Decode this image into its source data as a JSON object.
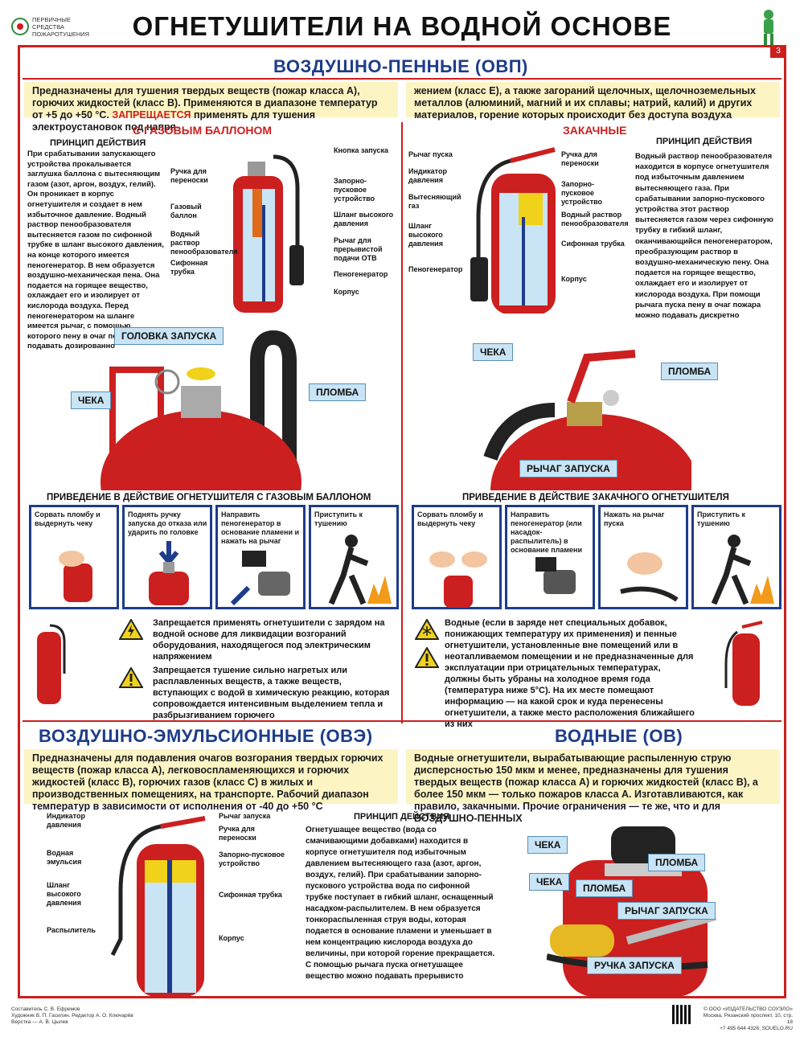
{
  "header": {
    "logo_text": [
      "ПЕРВИЧНЫЕ",
      "СРЕДСТВА",
      "ПОЖАРОТУШЕНИЯ"
    ],
    "title": "ОГНЕТУШИТЕЛИ НА ВОДНОЙ ОСНОВЕ",
    "page_number": "3"
  },
  "ovp": {
    "title": "ВОЗДУШНО-ПЕННЫЕ (ОВП)",
    "intro_left": "Предназначены для тушения твердых веществ (пожар класса А), горючих жидкостей (класс В). Применяются в диапазоне температур от +5 до +50 °С.",
    "intro_forbidden": "ЗАПРЕЩАЕТСЯ",
    "intro_left_2": "применять для тушения электроустановок под напря-",
    "intro_right": "жением (класс Е), а также загораний щелочных, щелочноземельных металлов (алюминий, магний и их сплавы; натрий, калий) и других материалов, горение которых происходит без доступа воздуха",
    "gas": {
      "title": "С ГАЗОВЫМ БАЛЛОНОМ",
      "principle_title": "ПРИНЦИП ДЕЙСТВИЯ",
      "principle": "При срабатывании запускающего устройства прокалывается заглушка баллона с вытесняющим газом (азот, аргон, воздух, гелий). Он проникает в корпус огнетушителя и создает в нем избыточное давление. Водный раствор пенообразователя вытесняется газом по сифонной трубке в шланг высокого давления, на конце которого имеется пеногенератор. В нем образуется воздушно-механическая пена. Она подается на горящее вещество, охлаждает его и изолирует от кислорода воздуха. Перед пеногенератором на шланге имеется рычаг, с помощью которого пену в очаг пожара можно подавать дозированно",
      "labels": {
        "carry_handle": "Ручка для переноски",
        "gas_cylinder": "Газовый баллон",
        "foam_solution": "Водный раствор пенообразователя",
        "siphon": "Сифонная трубка",
        "start_button": "Кнопка запуска",
        "shutoff": "Запорно-пусковое устройство",
        "hose": "Шланг высокого давления",
        "lever": "Рычаг для прерывистой подачи ОТВ",
        "foam_gen": "Пеногенератор",
        "body": "Корпус"
      },
      "callouts": {
        "head": "ГОЛОВКА ЗАПУСКА",
        "pin": "ЧЕКА",
        "seal": "ПЛОМБА"
      },
      "steps_title": "ПРИВЕДЕНИЕ В ДЕЙСТВИЕ ОГНЕТУШИТЕЛЯ С ГАЗОВЫМ БАЛЛОНОМ",
      "steps": [
        "Сорвать пломбу и выдернуть чеку",
        "Поднять ручку запуска до отказа или ударить по головке",
        "Направить пеногенератор в основание пламени и нажать на рычаг",
        "Приступить к тушению"
      ],
      "warn1": "Запрещается применять огнетушители с зарядом на водной основе для ликвидации возгораний оборудования, находящегося под электрическим напряжением",
      "warn2": "Запрещается тушение сильно нагретых или расплавленных веществ, а также веществ, вступающих с водой в химическую реакцию, которая сопровождается интенсивным выделением тепла и разбрызгиванием горючего"
    },
    "stored": {
      "title": "ЗАКАЧНЫЕ",
      "principle_title": "ПРИНЦИП ДЕЙСТВИЯ",
      "principle": "Водный раствор пенообразователя находится в корпусе огнетушителя под избыточным давлением вытесняющего газа. При срабатывании запорно-пускового устройства этот раствор вытесняется газом через сифонную трубку в гибкий шланг, оканчивающийся пеногенератором, преобразующим раствор в воздушно-механическую пену. Она подается на горящее вещество, охлаждает его и изолирует от кислорода воздуха. При помощи рычага пуска пену в очаг пожара можно подавать дискретно",
      "labels": {
        "lever": "Рычаг пуска",
        "gauge": "Индикатор давления",
        "gas": "Вытесняющий газ",
        "hose": "Шланг высокого давления",
        "foam_gen": "Пеногенератор",
        "carry_handle": "Ручка для переноски",
        "shutoff": "Запорно-пусковое устройство",
        "foam_solution": "Водный раствор пенообразователя",
        "siphon": "Сифонная трубка",
        "body": "Корпус"
      },
      "callouts": {
        "pin": "ЧЕКА",
        "seal": "ПЛОМБА",
        "lever": "РЫЧАГ ЗАПУСКА"
      },
      "steps_title": "ПРИВЕДЕНИЕ В ДЕЙСТВИЕ ЗАКАЧНОГО ОГНЕТУШИТЕЛЯ",
      "steps": [
        "Сорвать пломбу и выдернуть чеку",
        "Направить пеногенератор (или насадок-распылитель) в основание пламени",
        "Нажать на рычаг пуска",
        "Приступить к тушению"
      ],
      "warn": "Водные (если в заряде нет специальных добавок, понижающих температуру их применения) и пенные огнетушители, установленные вне помещений или в неотапливаемом помещении и не предназначенные для эксплуатации при отрицательных температурах, должны быть убраны на холодное время года (температура ниже 5°С). На их месте помещают информацию — на какой срок и куда перенесены огнетушители, а также место расположения ближайшего из них"
    }
  },
  "ove": {
    "title": "ВОЗДУШНО-ЭМУЛЬСИОННЫЕ (ОВЭ)",
    "intro": "Предназначены для подавления очагов возгорания твердых горючих веществ (пожар класса А), легковоспламеняющихся и горючих жидкостей (класс В), горючих газов (класс С) в жилых и производственных помещениях, на транспорте. Рабочий диапазон температур в зависимости от исполнения от -40 до +50 °С",
    "labels": {
      "gauge": "Индикатор давления",
      "emulsion": "Водная эмульсия",
      "hose": "Шланг высокого давления",
      "sprayer": "Распылитель",
      "lever": "Рычаг запуска",
      "carry_handle": "Ручка для переноски",
      "shutoff": "Запорно-пусковое устройство",
      "siphon": "Сифонная трубка",
      "body": "Корпус"
    },
    "principle_title": "ПРИНЦИП ДЕЙСТВИЯ",
    "principle_1": "Огнетушащее вещество (вода со смачивающими добавками) находится в корпусе огнетушителя под избыточным давлением вытесняющего газа (азот, аргон, воздух, гелий). При срабатывании запорно-пускового устройства вода по сифонной трубке поступает в гибкий шланг, оснащенный насадком-распылителем. В нем образуется тонкораспыленная струя воды, которая подается в основание пламени и уменьшает в нем концентрацию кислорода воздуха до величины, при которой горение прекращается.",
    "principle_2": "С помощью рычага пуска огнетушащее вещество можно подавать прерывисто"
  },
  "ov": {
    "title": "ВОДНЫЕ (ОВ)",
    "intro": "Водные огнетушители, вырабатывающие распыленную струю дисперсностью 150 мкм и менее, предназначены для тушения твердых веществ (пожар класса А) и горючих жидкостей (класс В), а более 150 мкм — только пожаров класса А. Изготавливаются, как правило, закачными. Прочие ограничения — те же, что и для ВОЗДУШНО-ПЕННЫХ",
    "callouts": {
      "pin1": "ЧЕКА",
      "seal1": "ПЛОМБА",
      "pin2": "ЧЕКА",
      "seal2": "ПЛОМБА",
      "lever": "РЫЧАГ ЗАПУСКА",
      "handle": "РУЧКА ЗАПУСКА"
    }
  },
  "footer": {
    "credits": [
      "Составитель С. В. Ефремов",
      "Художник В. П. Гасилин. Редактор А. О. Ключарёв",
      "Верстка — А. В. Цылев"
    ],
    "publisher": [
      "© ООО «ИЗДАТЕЛЬСТВО СОУЭЛО»",
      "Москва, Рязанский проспект, 10, стр. 18",
      "+7 495 644 4326; SOUELO.RU"
    ]
  },
  "colors": {
    "accent_red": "#cc1f1f",
    "title_blue": "#1d3c8a",
    "info_yellow": "#fdf4c4",
    "callout_blue": "#c9e4f5"
  }
}
